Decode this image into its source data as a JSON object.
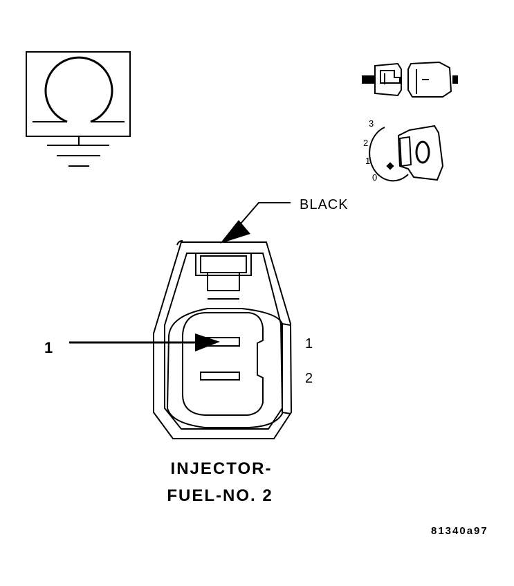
{
  "diagram": {
    "ohmmeter_symbol": {
      "icon": "ohm-icon",
      "ground_icon": "ground-icon"
    },
    "connector_icon": "connector-disconnected-icon",
    "ignition": {
      "icon": "ignition-key-icon",
      "positions": [
        "3",
        "2",
        "1",
        "0"
      ]
    },
    "callout_color": "BLACK",
    "pin_callout": "1",
    "cavity_labels": [
      "1",
      "2"
    ],
    "title_line1": "INJECTOR-",
    "title_line2": "FUEL-NO. 2",
    "figure_id": "81340a97"
  }
}
